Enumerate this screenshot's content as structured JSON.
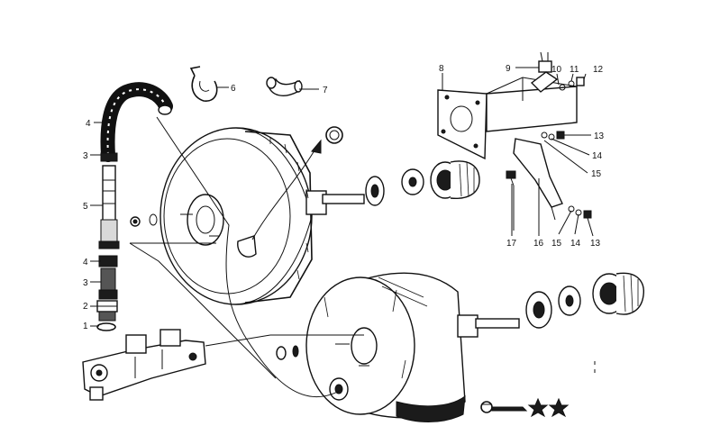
{
  "diagram": {
    "callouts": [
      {
        "id": "c1",
        "text": "1"
      },
      {
        "id": "c2",
        "text": "2"
      },
      {
        "id": "c3a",
        "text": "3"
      },
      {
        "id": "c3b",
        "text": "3"
      },
      {
        "id": "c4a",
        "text": "4"
      },
      {
        "id": "c4b",
        "text": "4"
      },
      {
        "id": "c5",
        "text": "5"
      },
      {
        "id": "c6",
        "text": "6"
      },
      {
        "id": "c7",
        "text": "7"
      },
      {
        "id": "c8",
        "text": "8"
      },
      {
        "id": "c9",
        "text": "9"
      },
      {
        "id": "c10",
        "text": "10"
      },
      {
        "id": "c11",
        "text": "11"
      },
      {
        "id": "c12",
        "text": "12"
      },
      {
        "id": "c13a",
        "text": "13"
      },
      {
        "id": "c13b",
        "text": "13"
      },
      {
        "id": "c14a",
        "text": "14"
      },
      {
        "id": "c14b",
        "text": "14"
      },
      {
        "id": "c15a",
        "text": "15"
      },
      {
        "id": "c15b",
        "text": "15"
      },
      {
        "id": "c16",
        "text": "16"
      },
      {
        "id": "c17",
        "text": "17"
      }
    ],
    "colors": {
      "ink": "#111111",
      "paper": "#ffffff"
    },
    "icons": [
      "key-symbol-icon",
      "star-icon",
      "star-icon"
    ]
  }
}
